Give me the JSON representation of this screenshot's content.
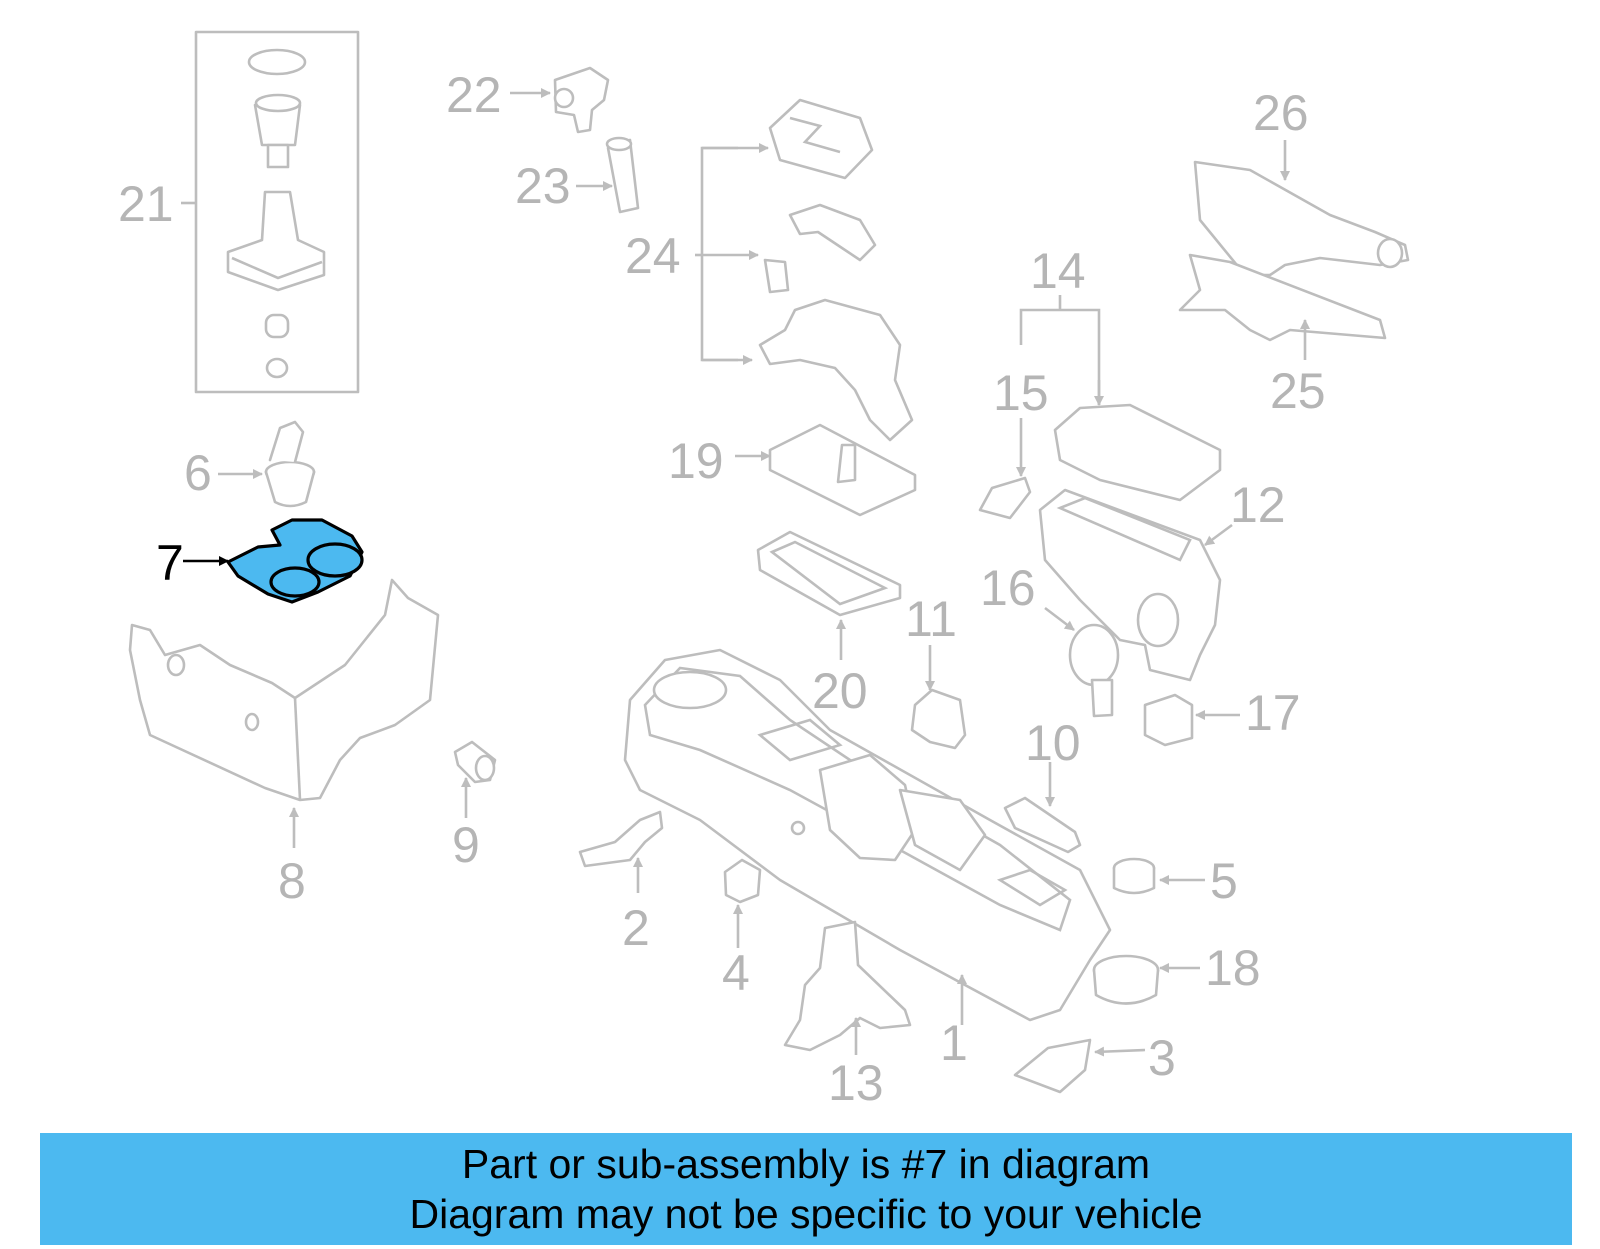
{
  "highlight_color": "#4cb9f0",
  "banner": {
    "line1": "Part or sub-assembly is #7 in diagram",
    "line2": "Diagram may not be specific to your vehicle"
  },
  "callouts": {
    "c1": "1",
    "c2": "2",
    "c3": "3",
    "c4": "4",
    "c5": "5",
    "c6": "6",
    "c7": "7",
    "c8": "8",
    "c9": "9",
    "c10": "10",
    "c11": "11",
    "c12": "12",
    "c13": "13",
    "c14": "14",
    "c15": "15",
    "c16": "16",
    "c17": "17",
    "c18": "18",
    "c19": "19",
    "c20": "20",
    "c21": "21",
    "c22": "22",
    "c23": "23",
    "c24": "24",
    "c25": "25",
    "c26": "26"
  },
  "highlighted_part": "7"
}
